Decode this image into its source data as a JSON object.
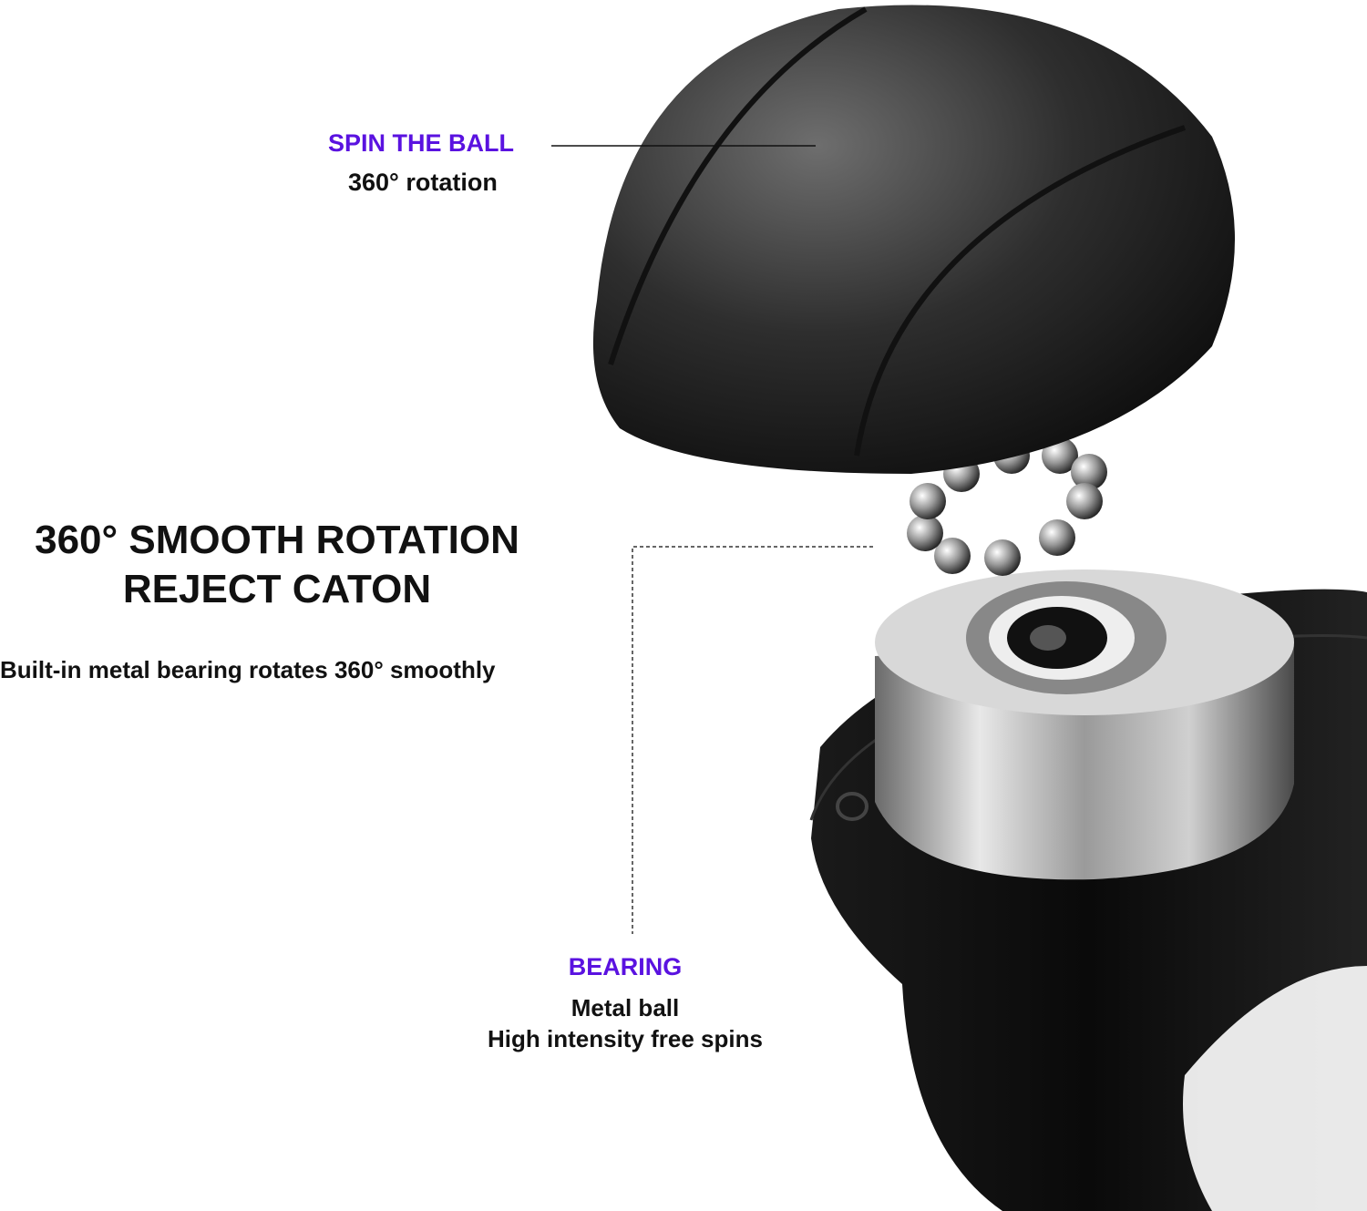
{
  "colors": {
    "accent": "#5a12e0",
    "text": "#111111",
    "background": "#ffffff"
  },
  "callouts": {
    "spin": {
      "title": "SPIN THE BALL",
      "subtitle": "360° rotation"
    },
    "bearing": {
      "title": "BEARING",
      "line1": "Metal ball",
      "line2": "High intensity free spins"
    }
  },
  "headline": {
    "line1": "360° SMOOTH ROTATION",
    "line2": "REJECT CATON"
  },
  "description": "Built-in metal bearing rotates 360° smoothly"
}
